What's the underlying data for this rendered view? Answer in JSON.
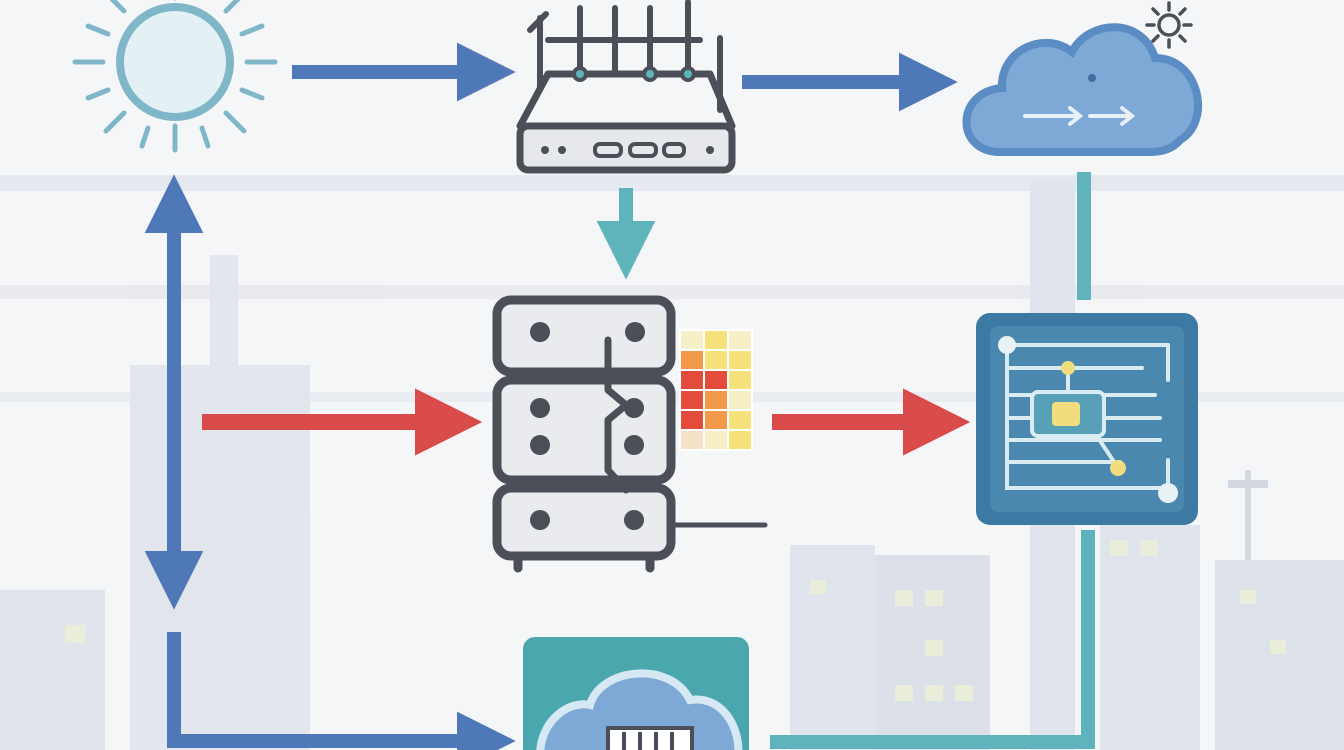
{
  "colors": {
    "background": "#f4f6f8",
    "skyline": "#dde2ea",
    "skyline_window": "#e9ecd4",
    "arrow_blue": "#4f78b8",
    "arrow_teal": "#5fb3bd",
    "arrow_red": "#d94a4a",
    "outline_dark": "#4a4f58",
    "sun_ring": "#7fb7c9",
    "cloud_fill": "#7ea9d6",
    "cloud_stroke": "#5b8cc4",
    "panel_blue": "#3d7aa3",
    "panel_teal": "#4aa7ad",
    "accent_yellow": "#f1dc7e",
    "accent_green": "#6fb89a",
    "heat_red": "#e34b3b",
    "heat_orange": "#f29a4a",
    "heat_yellow": "#f5e27a"
  },
  "nodes": [
    {
      "id": "sun",
      "icon": "sun-icon"
    },
    {
      "id": "router",
      "icon": "router-icon"
    },
    {
      "id": "cloud-top",
      "icon": "cloud-icon",
      "badge_icon": "gear-icon"
    },
    {
      "id": "server-rack",
      "icon": "server-rack-icon",
      "overlay_icon": "heatmap-grid-icon"
    },
    {
      "id": "analytics-panel",
      "icon": "network-graph-panel-icon"
    },
    {
      "id": "cloud-storage",
      "icon": "cloud-storage-icon"
    }
  ],
  "edges": [
    {
      "from": "sun",
      "to": "router",
      "color": "arrow_blue",
      "direction": "forward"
    },
    {
      "from": "router",
      "to": "cloud-top",
      "color": "arrow_blue",
      "direction": "forward"
    },
    {
      "from": "router",
      "to": "server-rack",
      "color": "arrow_teal",
      "direction": "forward"
    },
    {
      "from": "input",
      "to": "server-rack",
      "color": "arrow_red",
      "direction": "forward"
    },
    {
      "from": "server-rack",
      "to": "analytics-panel",
      "color": "arrow_red",
      "direction": "forward"
    },
    {
      "from": "sun",
      "to": "cloud-storage",
      "color": "arrow_blue",
      "direction": "bidirectional"
    },
    {
      "from": "cloud-top",
      "to": "analytics-panel",
      "color": "arrow_teal",
      "direction": "none"
    },
    {
      "from": "analytics-panel",
      "to": "cloud-storage",
      "color": "arrow_teal",
      "direction": "none"
    }
  ]
}
